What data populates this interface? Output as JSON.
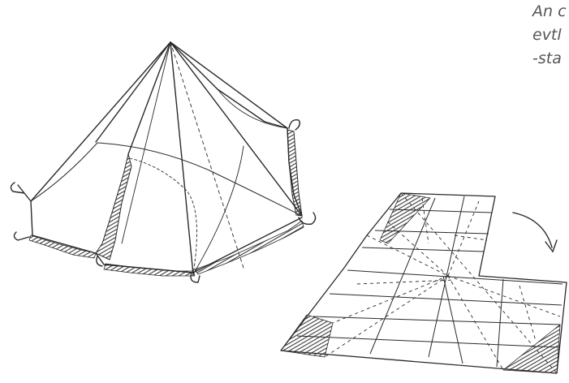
{
  "caption": {
    "lines": [
      "An c",
      "evtl",
      "-sta"
    ]
  },
  "colors": {
    "ink": "#2a2a2a",
    "hatch": "#3a3a3a",
    "caption": "#555555",
    "background": "#ffffff"
  },
  "illustrations": {
    "tent": "tent-sketch",
    "floor_plan": "folded-ground-sheet-sketch",
    "arrow": "curved-arrow"
  }
}
